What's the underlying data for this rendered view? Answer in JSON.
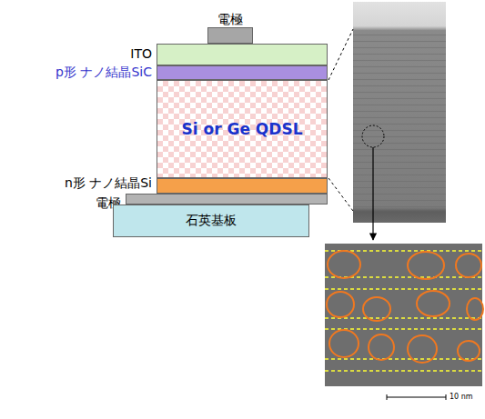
{
  "diagram": {
    "nodes": [
      {
        "text": [
          "電極"
        ]
      },
      {
        "text": [
          "ITO"
        ]
      },
      {
        "text": [
          "p形 ナノ結晶SiC"
        ]
      },
      {
        "text": [
          "Si or Ge QDSL"
        ]
      },
      {
        "text": [
          "n形 ナノ結晶Si"
        ]
      },
      {
        "text": [
          "電極"
        ]
      },
      {
        "text": [
          "石英基板"
        ]
      }
    ],
    "labels": [
      "10 nm"
    ]
  }
}
